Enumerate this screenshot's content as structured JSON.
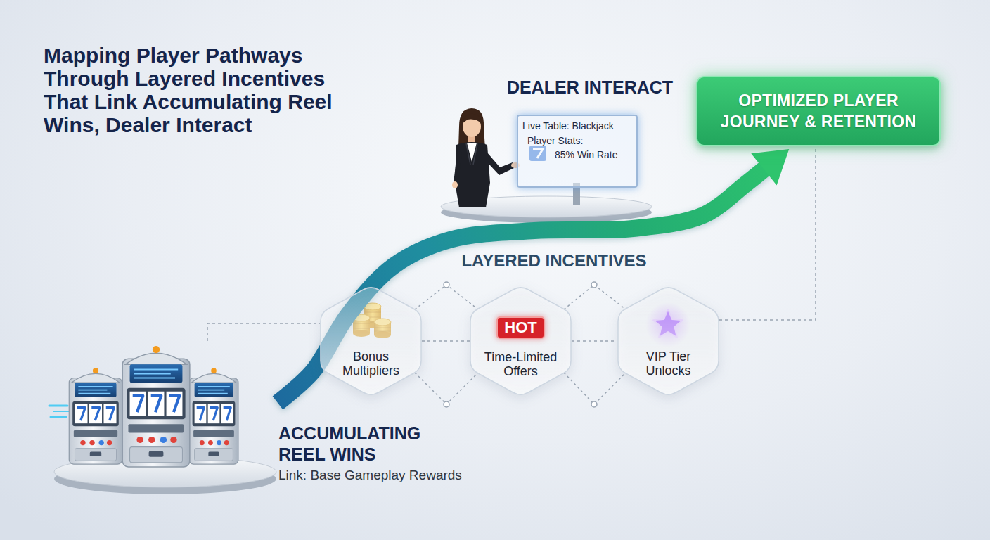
{
  "diagram": {
    "title": "Mapping Player Pathways Through Layered Incentives That Link Accumulating Reel Wins, Dealer Interact",
    "nodes": [
      {
        "text": [
          "DEALER INTERACT"
        ]
      },
      {
        "text": [
          "Live Table: Blackjack",
          "Player Stats:",
          "85% Win Rate"
        ],
        "in": 0
      },
      {
        "text": [
          "OPTIMIZED PLAYER JOURNEY & RETENTION"
        ]
      },
      {
        "text": [
          "Bonus Multipliers"
        ]
      },
      {
        "text": [
          "HOT",
          "Time-Limited Offers"
        ]
      },
      {
        "text": [
          "VIP Tier Unlocks"
        ]
      },
      {
        "text": [
          "ACCUMULATING REEL WINS",
          "Link: Base Gameplay Rewards"
        ]
      }
    ],
    "edges": [
      {
        "from": 6,
        "to": 2,
        "arrow": "to"
      },
      {
        "from": 6,
        "to": 3,
        "arrow": "none"
      },
      {
        "from": 3,
        "to": 4,
        "arrow": "none"
      },
      {
        "from": 4,
        "to": 5,
        "arrow": "none"
      },
      {
        "from": 5,
        "to": 2,
        "arrow": "none"
      }
    ],
    "labels": [
      "LAYERED INCENTIVES"
    ]
  }
}
